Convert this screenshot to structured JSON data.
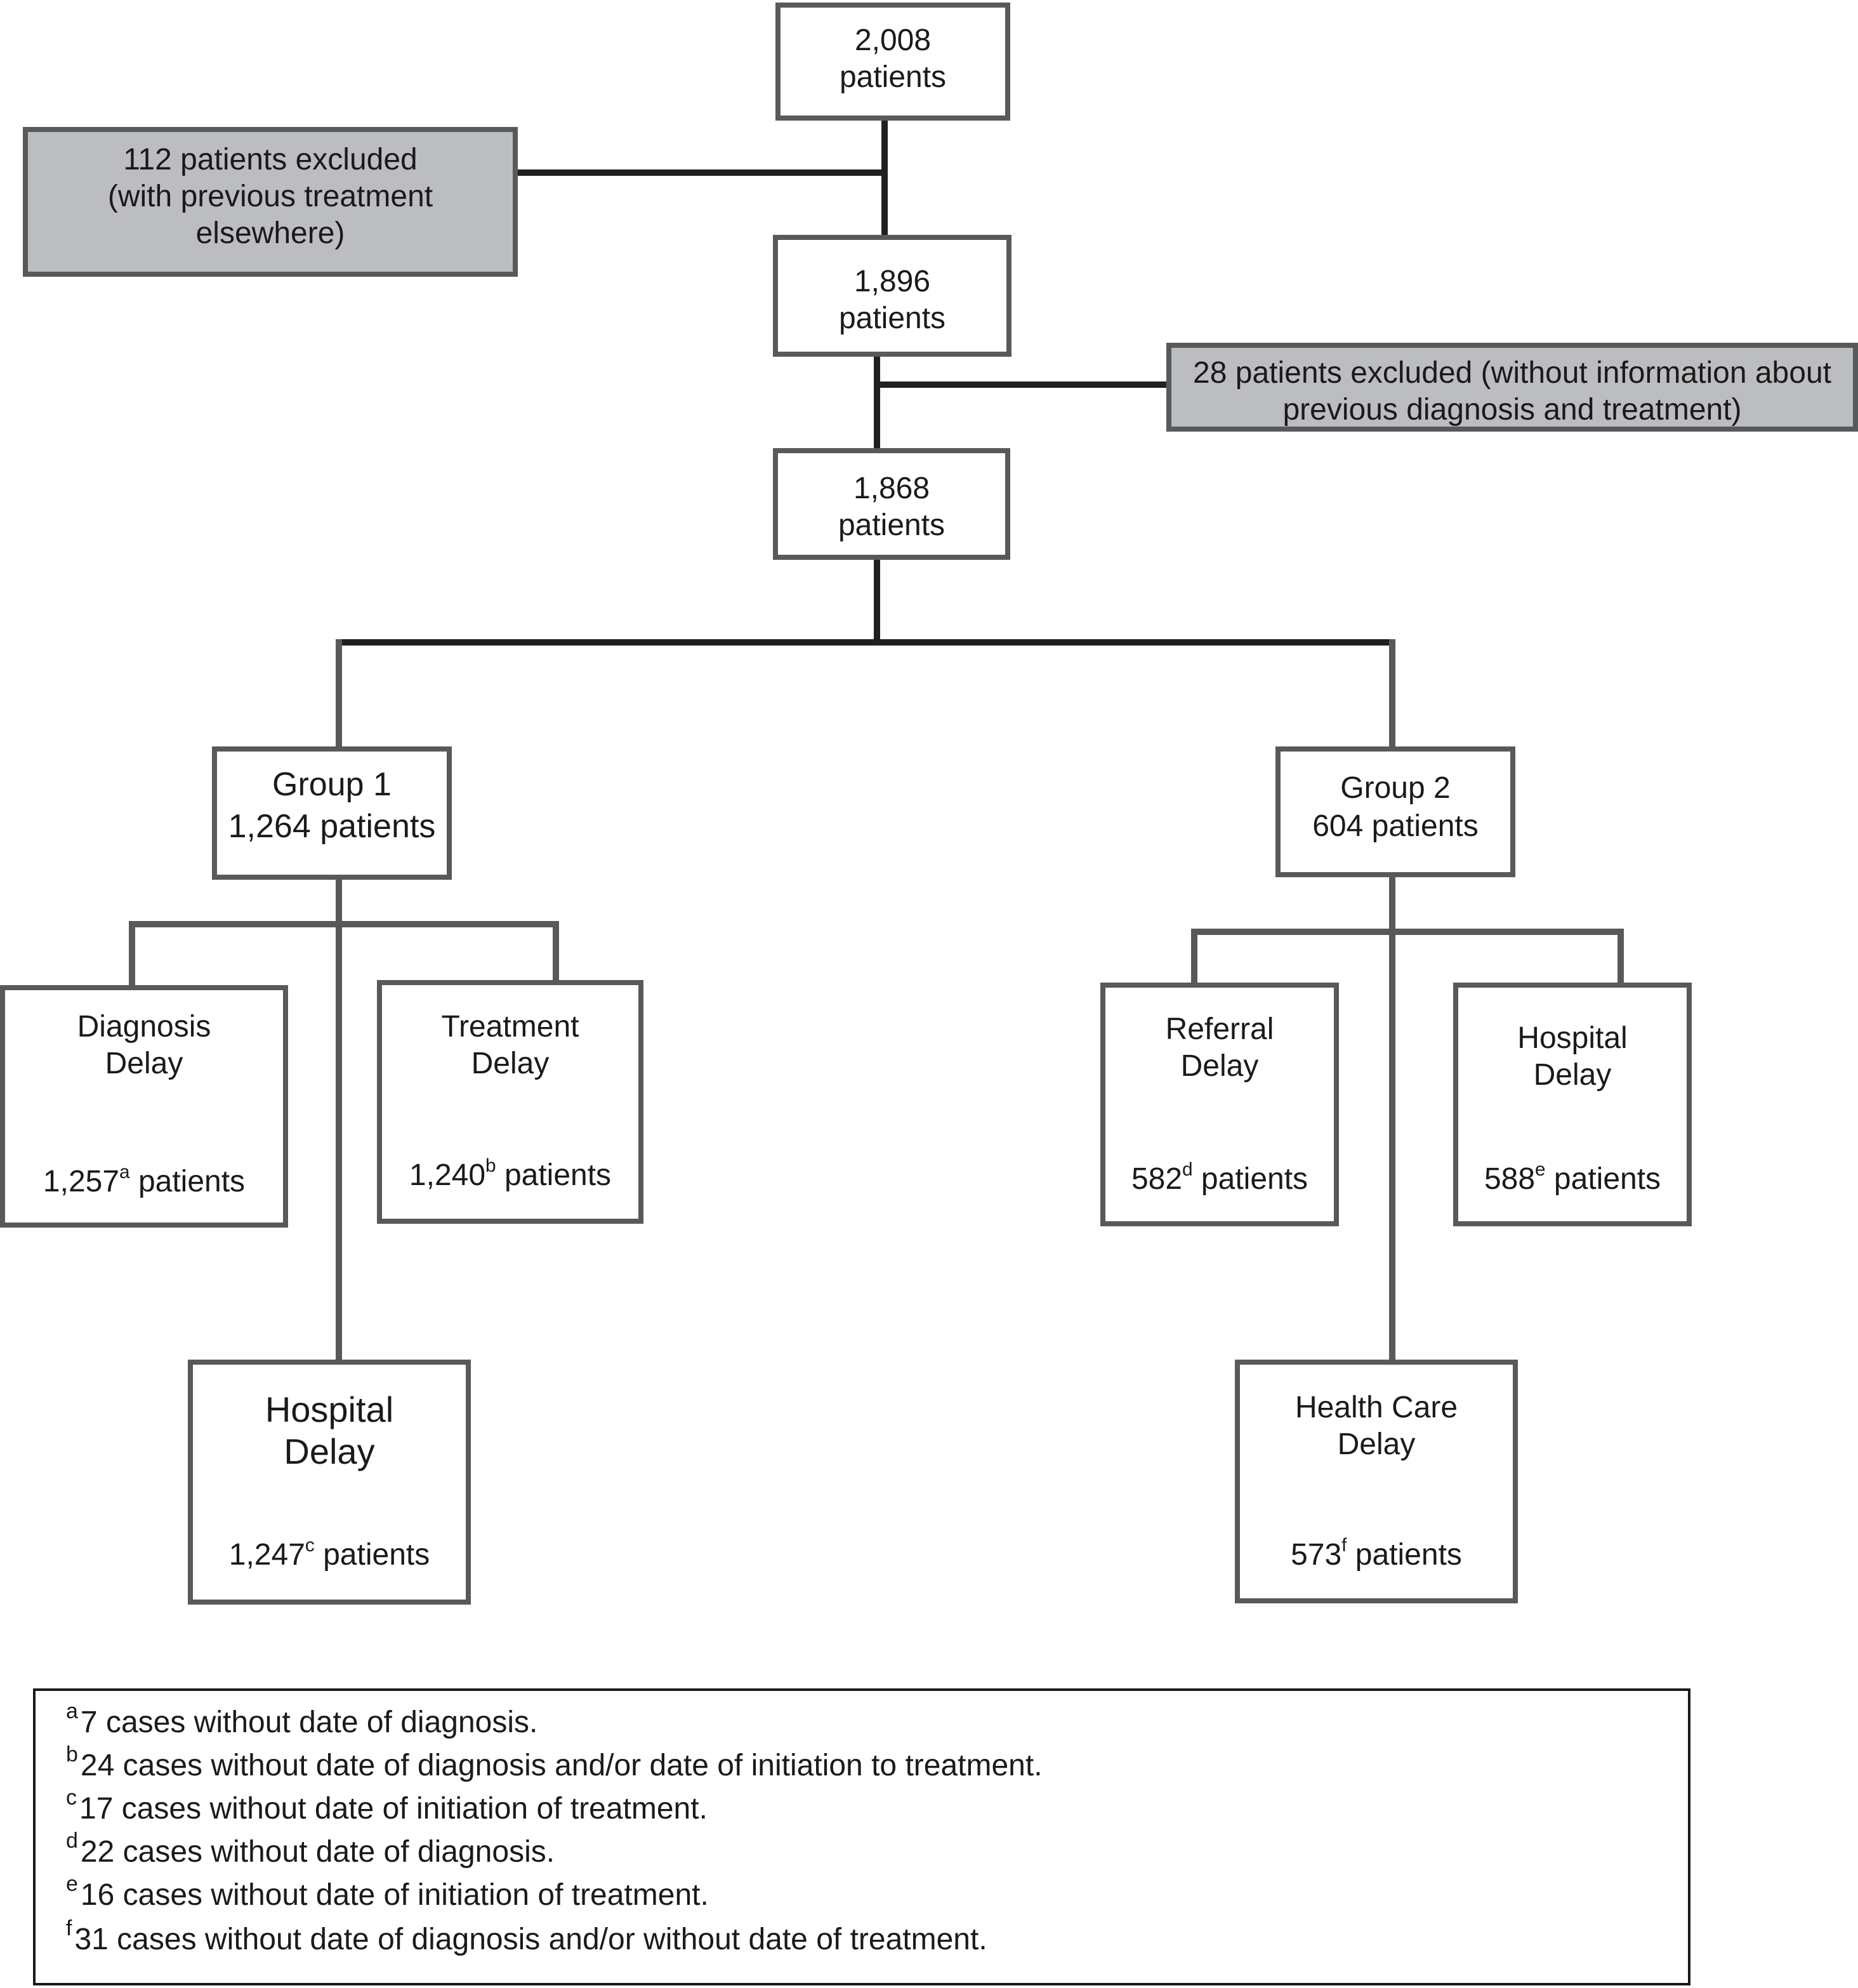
{
  "nodes": {
    "total": {
      "value": "2,008",
      "label": "patients"
    },
    "excluded_prev_treatment": {
      "lines": [
        "112 patients excluded",
        "(with previous treatment",
        "elsewhere)"
      ]
    },
    "after_first_exclusion": {
      "value": "1,896",
      "label": "patients"
    },
    "excluded_no_info": {
      "lines": [
        "28 patients excluded (without information about",
        "previous diagnosis and treatment)"
      ]
    },
    "final": {
      "value": "1,868",
      "label": "patients"
    },
    "group1": {
      "title": "Group 1",
      "count": "1,264 patients"
    },
    "group2": {
      "title": "Group 2",
      "count": "604 patients"
    },
    "g1_diagnosis_delay": {
      "lines": [
        "Diagnosis",
        "Delay"
      ],
      "count": "1,257",
      "mark": "a",
      "unit": "patients"
    },
    "g1_treatment_delay": {
      "lines": [
        "Treatment",
        "Delay"
      ],
      "count": "1,240",
      "mark": "b",
      "unit": "patients"
    },
    "g1_hospital_delay": {
      "lines": [
        "Hospital",
        "Delay"
      ],
      "count": "1,247",
      "mark": "c",
      "unit": "patients"
    },
    "g2_referral_delay": {
      "lines": [
        "Referral",
        "Delay"
      ],
      "count": "582",
      "mark": "d",
      "unit": "patients"
    },
    "g2_hospital_delay": {
      "lines": [
        "Hospital",
        "Delay"
      ],
      "count": "588",
      "mark": "e",
      "unit": "patients"
    },
    "g2_health_care_delay": {
      "lines": [
        "Health Care",
        "Delay"
      ],
      "count": "573",
      "mark": "f",
      "unit": "patients"
    }
  },
  "footnotes": [
    {
      "mark": "a",
      "text": "7 cases without date of diagnosis."
    },
    {
      "mark": "b",
      "text": "24 cases without date of diagnosis and/or date of initiation to treatment."
    },
    {
      "mark": "c",
      "text": "17 cases without date of initiation of treatment."
    },
    {
      "mark": "d",
      "text": "22 cases without date of diagnosis."
    },
    {
      "mark": "e",
      "text": "16 cases without date of initiation of treatment."
    },
    {
      "mark": "f",
      "text": "31 cases without date of diagnosis and/or without date of treatment."
    }
  ],
  "colors": {
    "box_border": "#58595b",
    "connector_dark": "#231f20",
    "connector_gray": "#58595b",
    "excluded_fill": "#bcbdc0",
    "text": "#1a1a1a"
  }
}
